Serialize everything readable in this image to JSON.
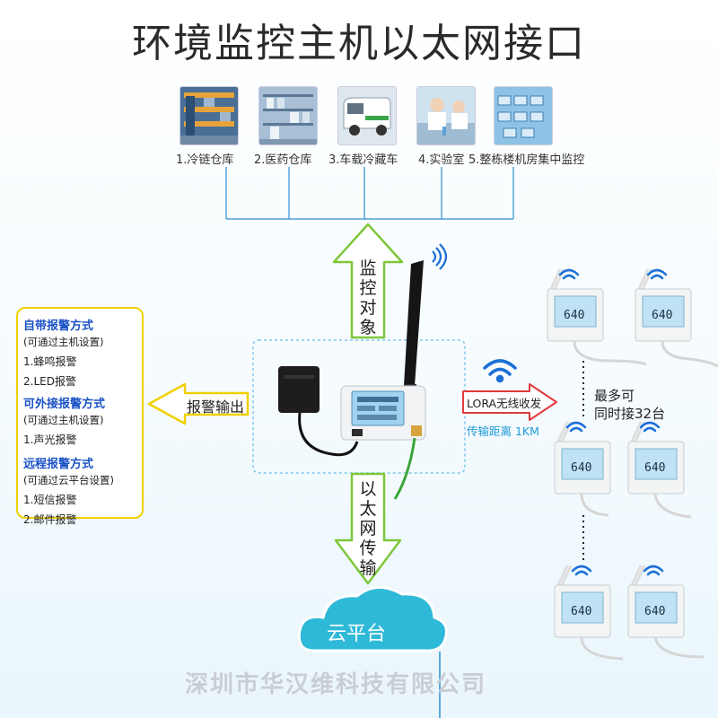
{
  "title": "环境监控主机以太网接口",
  "applications": [
    {
      "label": "1.冷链仓库",
      "icon": "cold-chain-warehouse"
    },
    {
      "label": "2.医药仓库",
      "icon": "pharmacy-warehouse"
    },
    {
      "label": "3.车载冷藏车",
      "icon": "refrigerated-truck"
    },
    {
      "label": "4.实验室",
      "icon": "laboratory"
    },
    {
      "label": "5.整栋楼机房集中监控",
      "icon": "server-room"
    }
  ],
  "monitor_target_label": [
    "监",
    "控",
    "对",
    "象"
  ],
  "alarm_output_label": "报警输出",
  "alarm_methods": {
    "builtin_title": "自带报警方式",
    "builtin_note": "(可通过主机设置)",
    "builtin_items": [
      "1.蜂鸣报警",
      "2.LED报警"
    ],
    "external_title": "可外接报警方式",
    "external_note": "(可通过主机设置)",
    "external_items": [
      "1.声光报警"
    ],
    "remote_title": "远程报警方式",
    "remote_note": "(可通过云平台设置)",
    "remote_items": [
      "1.短信报警",
      "2.邮件报警"
    ]
  },
  "lora_label": "LORA无线收发",
  "distance_label": "传输距离 1KM",
  "max_label_line1": "最多可",
  "max_label_line2": "同时接32台",
  "ethernet_label": [
    "以",
    "太",
    "网",
    "传",
    "输"
  ],
  "cloud_label": "云平台",
  "company_watermark": "深圳市华汉维科技有限公司",
  "sensor_display_value": "640",
  "colors": {
    "arrow_fill": "#ffffff",
    "arrow_stroke": "#7dc63a",
    "line": "#2a8fd1",
    "dotted_box": "#7ec8ea",
    "wifi": "#1b6fd6",
    "lcd": "#9fd3ef",
    "cloud": "#2fb9d8",
    "alarm_border": "#f0d000",
    "heading_blue": "#1a52c4",
    "lora_border": "#e23a3a",
    "distance_text": "#1d9bd6"
  }
}
